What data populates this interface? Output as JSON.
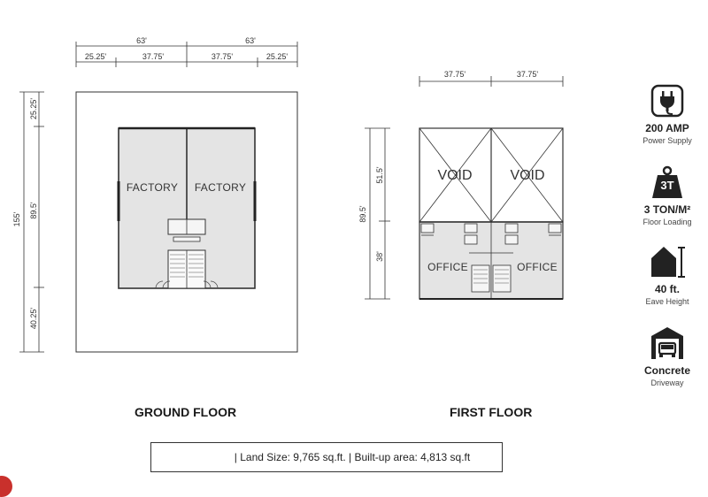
{
  "ground_floor": {
    "title": "GROUND FLOOR",
    "dim_top_total": [
      "63'",
      "63'"
    ],
    "dim_top_parts": [
      "25.25'",
      "37.75'",
      "37.75'",
      "25.25'"
    ],
    "dim_left_total": "155'",
    "dim_left_parts": [
      "25.25'",
      "89.5'",
      "40.25'"
    ],
    "rooms": [
      "FACTORY",
      "FACTORY"
    ]
  },
  "first_floor": {
    "title": "FIRST FLOOR",
    "dim_top_parts": [
      "37.75'",
      "37.75'"
    ],
    "dim_left_total": "89.5'",
    "dim_left_parts": [
      "51.5'",
      "38'"
    ],
    "voids": [
      "VOID",
      "VOID"
    ],
    "rooms": [
      "OFFICE",
      "OFFICE"
    ]
  },
  "specs": [
    {
      "icon": "power-plug-icon",
      "value": "200 AMP",
      "label": "Power Supply"
    },
    {
      "icon": "weight-icon",
      "icon_text": "3T",
      "value": "3 TON/M²",
      "label": "Floor Loading"
    },
    {
      "icon": "house-height-icon",
      "value": "40 ft.",
      "label": "Eave Height"
    },
    {
      "icon": "truck-garage-icon",
      "value": "Concrete",
      "label": "Driveway"
    }
  ],
  "footer": {
    "text": "| Land Size: 9,765 sq.ft. | Built-up area: 4,813 sq.ft"
  },
  "colors": {
    "floor_fill": "#e4e4e4",
    "line": "#333333",
    "accent": "#c9302c"
  }
}
